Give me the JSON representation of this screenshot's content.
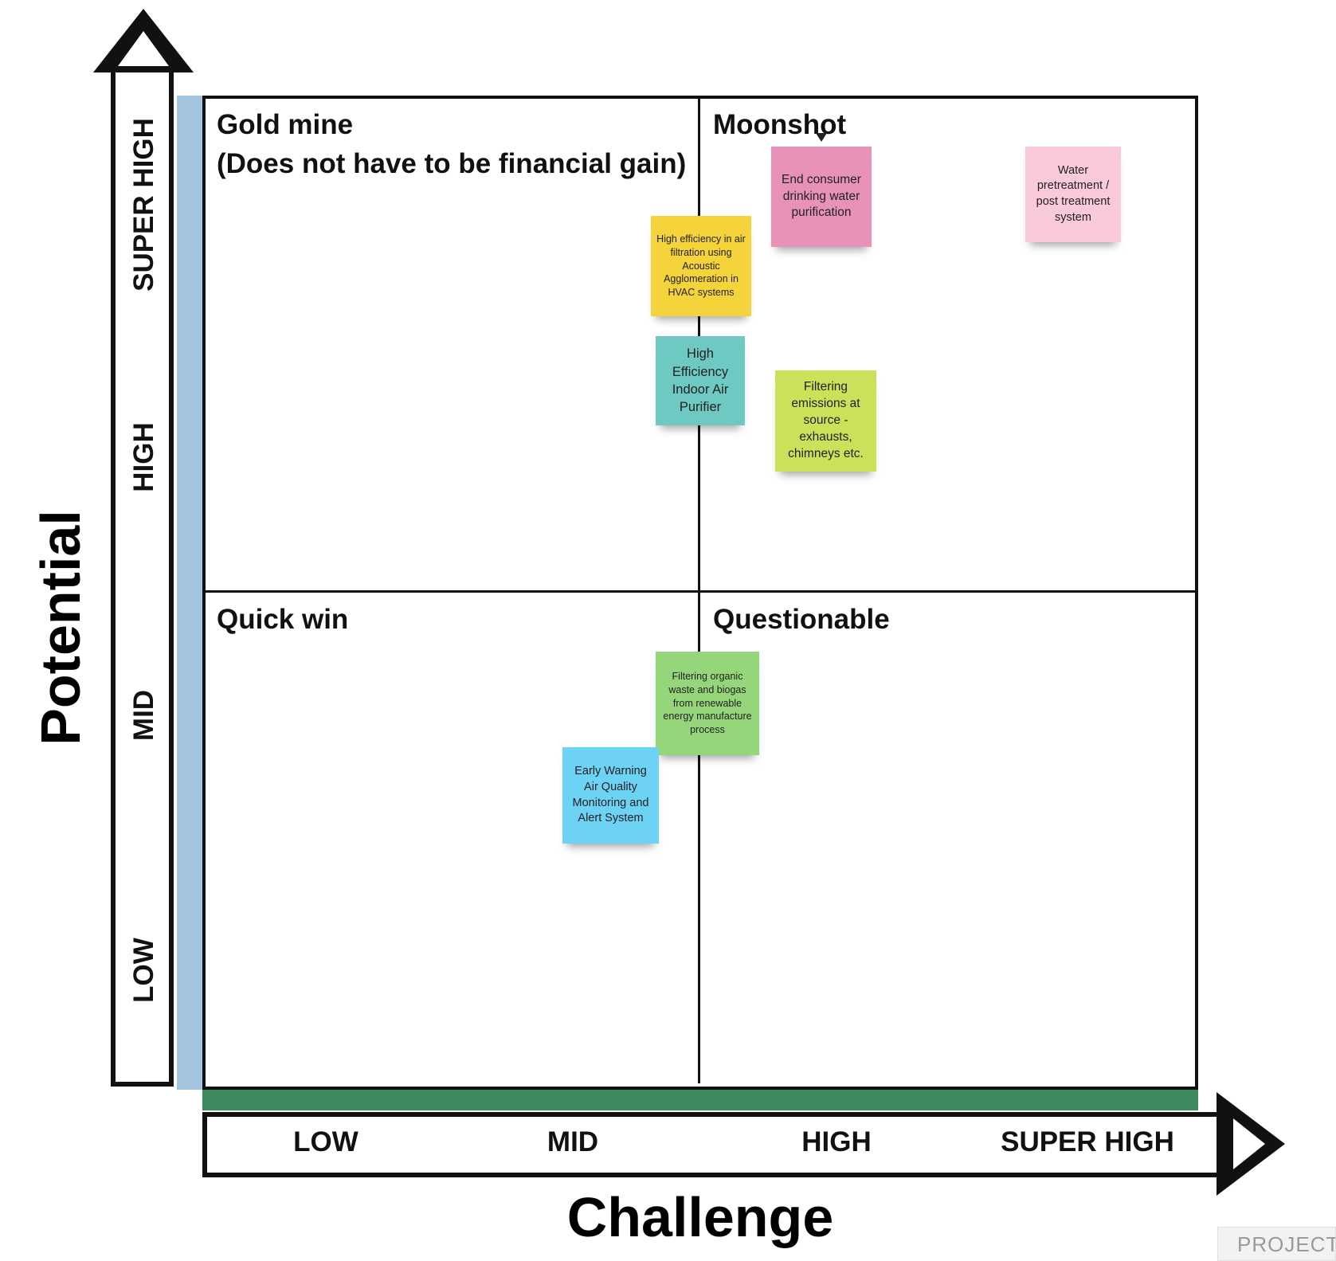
{
  "y_axis": {
    "title": "Potential",
    "ticks": [
      "SUPER HIGH",
      "HIGH",
      "MID",
      "LOW"
    ]
  },
  "x_axis": {
    "title": "Challenge",
    "ticks": [
      "LOW",
      "MID",
      "HIGH",
      "SUPER HIGH"
    ]
  },
  "quadrants": {
    "top_left": {
      "title": "Gold mine",
      "subtitle": "(Does not have to be financial gain)"
    },
    "top_right": {
      "title": "Moonshot"
    },
    "bottom_left": {
      "title": "Quick win"
    },
    "bottom_right": {
      "title": "Questionable"
    }
  },
  "notes": [
    {
      "text": "End consumer drinking water purification",
      "color": "#e891b9"
    },
    {
      "text": "Water pretreatment / post treatment system",
      "color": "#fbc9dc"
    },
    {
      "text": "High efficiency in air filtration using Acoustic Agglomeration in HVAC systems",
      "color": "#f5d33a"
    },
    {
      "text": "High Efficiency Indoor Air Purifier",
      "color": "#6dc9c2"
    },
    {
      "text": "Filtering emissions at source - exhausts, chimneys etc.",
      "color": "#c9e25a"
    },
    {
      "text": "Filtering organic waste and biogas from renewable energy manufacture process",
      "color": "#96d67b"
    },
    {
      "text": "Early Warning Air Quality Monitoring and Alert System",
      "color": "#6dd3f5"
    }
  ],
  "footer": {
    "label": "PROJECT"
  },
  "colors": {
    "y_axis_band": "#a3c4df",
    "x_axis_band": "#3d8a5e"
  }
}
